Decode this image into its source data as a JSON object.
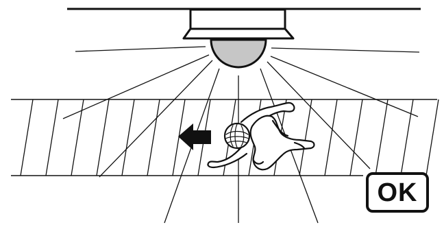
{
  "badge": {
    "label": "OK"
  },
  "colors": {
    "line": "#111111",
    "sensor": "#c6c6c6",
    "background": "#ffffff"
  },
  "elements": {
    "ceiling": "ceiling-line",
    "sensor": "motion-sensor",
    "floor": "hatched-floor-zone",
    "walker": "walking-person-top-view",
    "arrow": "movement-direction-arrow",
    "status": "ok-badge"
  }
}
